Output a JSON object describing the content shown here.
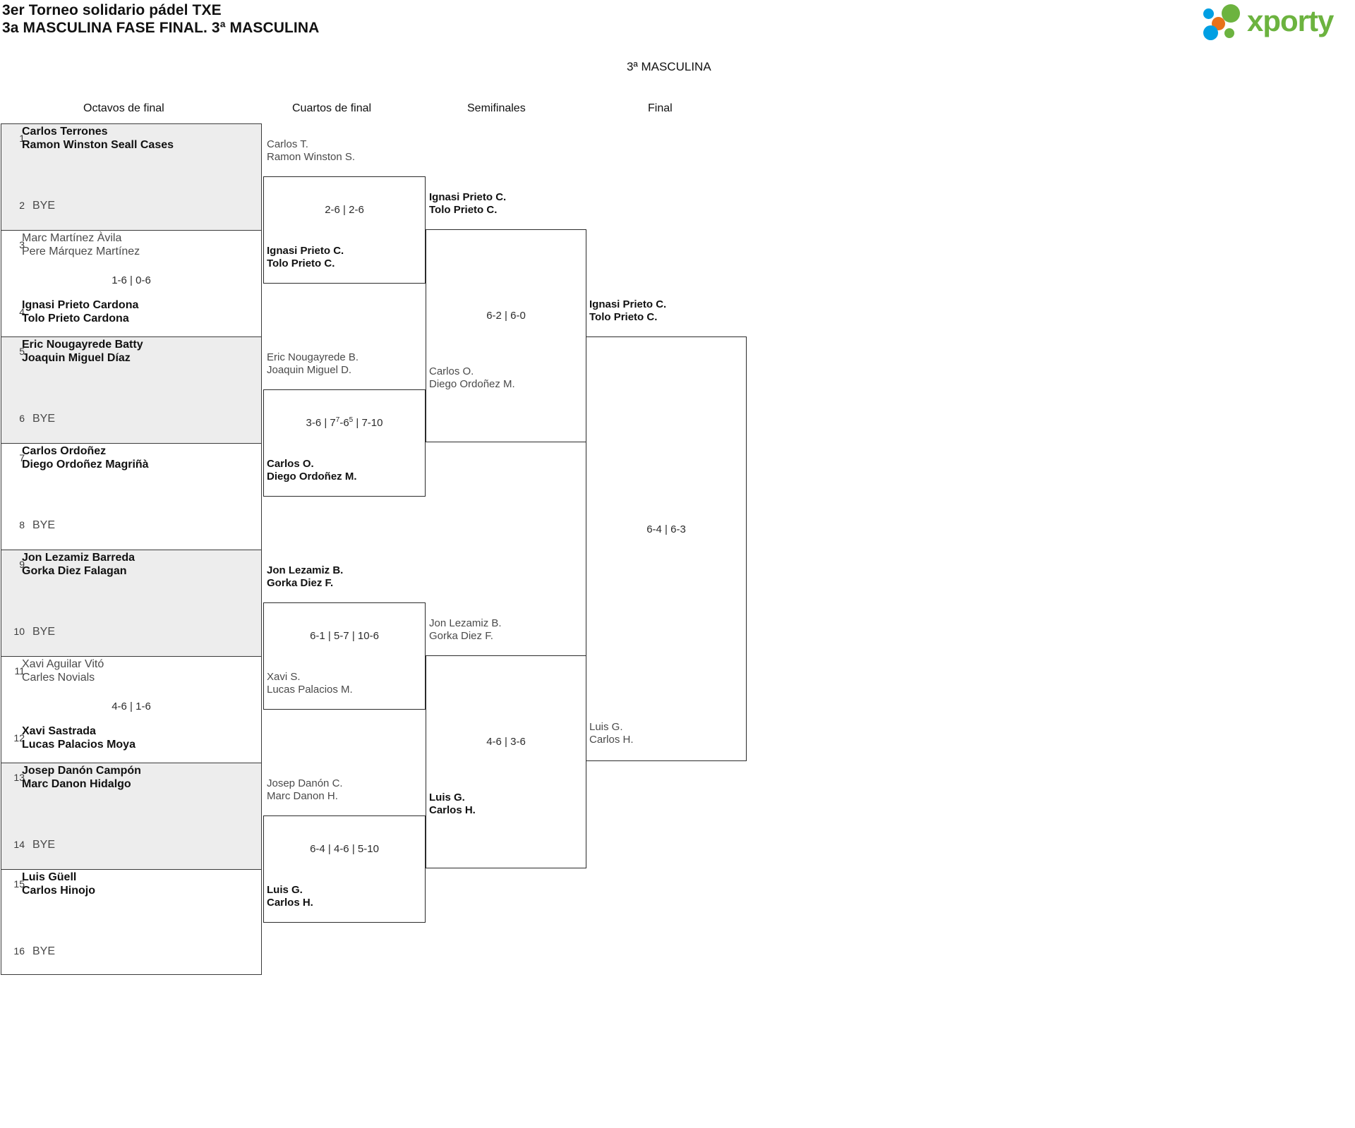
{
  "header": {
    "title_line1": "3er Torneo solidario pádel TXE",
    "title_line2": "3a MASCULINA FASE FINAL. 3ª MASCULINA",
    "logo_text": "xporty",
    "logo_colors": {
      "green": "#6cb33f",
      "blue": "#009fe3",
      "orange": "#e8711a"
    }
  },
  "category_caption": "3ª MASCULINA",
  "rounds": [
    {
      "label": "Octavos de final"
    },
    {
      "label": "Cuartos de final"
    },
    {
      "label": "Semifinales"
    },
    {
      "label": "Final"
    }
  ],
  "round1": {
    "pairs": [
      {
        "shaded": true,
        "top": {
          "seed": "1",
          "line1": "Carlos Terrones",
          "line2": "Ramon Winston Seall Cases",
          "result": "win",
          "bye": false
        },
        "bottom": {
          "seed": "2",
          "line1": "BYE",
          "line2": "",
          "result": "bye",
          "bye": true
        },
        "score": ""
      },
      {
        "shaded": false,
        "top": {
          "seed": "3",
          "line1": "Marc Martínez Àvila",
          "line2": "Pere Márquez Martínez",
          "result": "lose",
          "bye": false
        },
        "bottom": {
          "seed": "4",
          "line1": "Ignasi Prieto Cardona",
          "line2": "Tolo Prieto Cardona",
          "result": "win",
          "bye": false
        },
        "score": "1-6 | 0-6"
      },
      {
        "shaded": true,
        "top": {
          "seed": "5",
          "line1": "Eric Nougayrede Batty",
          "line2": "Joaquin Miguel Díaz",
          "result": "win",
          "bye": false
        },
        "bottom": {
          "seed": "6",
          "line1": "BYE",
          "line2": "",
          "result": "bye",
          "bye": true
        },
        "score": ""
      },
      {
        "shaded": false,
        "top": {
          "seed": "7",
          "line1": "Carlos Ordoñez",
          "line2": "Diego Ordoñez Magriñà",
          "result": "win",
          "bye": false
        },
        "bottom": {
          "seed": "8",
          "line1": "BYE",
          "line2": "",
          "result": "bye",
          "bye": true
        },
        "score": ""
      },
      {
        "shaded": true,
        "top": {
          "seed": "9",
          "line1": "Jon Lezamiz Barreda",
          "line2": "Gorka Diez Falagan",
          "result": "win",
          "bye": false
        },
        "bottom": {
          "seed": "10",
          "line1": "BYE",
          "line2": "",
          "result": "bye",
          "bye": true
        },
        "score": ""
      },
      {
        "shaded": false,
        "top": {
          "seed": "11",
          "line1": "Xavi Aguilar Vitó",
          "line2": "Carles Novials",
          "result": "lose",
          "bye": false
        },
        "bottom": {
          "seed": "12",
          "line1": "Xavi Sastrada",
          "line2": "Lucas Palacios Moya",
          "result": "win",
          "bye": false
        },
        "score": "4-6 | 1-6"
      },
      {
        "shaded": true,
        "top": {
          "seed": "13",
          "line1": "Josep Danón Campón",
          "line2": "Marc Danon Hidalgo",
          "result": "win",
          "bye": false
        },
        "bottom": {
          "seed": "14",
          "line1": "BYE",
          "line2": "",
          "result": "bye",
          "bye": true
        },
        "score": ""
      },
      {
        "shaded": false,
        "top": {
          "seed": "15",
          "line1": "Luis Güell",
          "line2": "Carlos Hinojo",
          "result": "win",
          "bye": false
        },
        "bottom": {
          "seed": "16",
          "line1": "BYE",
          "line2": "",
          "result": "bye",
          "bye": true
        },
        "score": ""
      }
    ]
  },
  "round2": {
    "matches": [
      {
        "top": {
          "line1": "Carlos T.",
          "line2": "Ramon Winston S.",
          "result": "lose"
        },
        "bottom": {
          "line1": "Ignasi Prieto C.",
          "line2": "Tolo Prieto C.",
          "result": "win"
        },
        "score": "2-6 | 2-6",
        "score_parts": null
      },
      {
        "top": {
          "line1": "Eric Nougayrede B.",
          "line2": "Joaquin Miguel D.",
          "result": "lose"
        },
        "bottom": {
          "line1": "Carlos O.",
          "line2": "Diego Ordoñez M.",
          "result": "win"
        },
        "score": "3-6 | 7(7)-6(5) | 7-10",
        "score_parts": [
          {
            "t": "3-6 | 7",
            "sup": false
          },
          {
            "t": "7",
            "sup": true
          },
          {
            "t": "-6",
            "sup": false
          },
          {
            "t": "5",
            "sup": true
          },
          {
            "t": " | 7-10",
            "sup": false
          }
        ]
      },
      {
        "top": {
          "line1": "Jon Lezamiz B.",
          "line2": "Gorka Diez F.",
          "result": "win"
        },
        "bottom": {
          "line1": "Xavi S.",
          "line2": "Lucas Palacios M.",
          "result": "lose"
        },
        "score": "6-1 | 5-7 | 10-6",
        "score_parts": null
      },
      {
        "top": {
          "line1": "Josep Danón C.",
          "line2": "Marc Danon H.",
          "result": "lose"
        },
        "bottom": {
          "line1": "Luis G.",
          "line2": "Carlos H.",
          "result": "win"
        },
        "score": "6-4 | 4-6 | 5-10",
        "score_parts": null
      }
    ]
  },
  "round3": {
    "matches": [
      {
        "top": {
          "line1": "Ignasi Prieto C.",
          "line2": "Tolo Prieto C.",
          "result": "win"
        },
        "bottom": {
          "line1": "Carlos O.",
          "line2": "Diego Ordoñez M.",
          "result": "lose"
        },
        "score": "6-2 | 6-0"
      },
      {
        "top": {
          "line1": "Jon Lezamiz B.",
          "line2": "Gorka Diez F.",
          "result": "lose"
        },
        "bottom": {
          "line1": "Luis G.",
          "line2": "Carlos H.",
          "result": "win"
        },
        "score": "4-6 | 3-6"
      }
    ]
  },
  "round4": {
    "matches": [
      {
        "top": {
          "line1": "Ignasi Prieto C.",
          "line2": "Tolo Prieto C.",
          "result": "win"
        },
        "bottom": {
          "line1": "Luis G.",
          "line2": "Carlos H.",
          "result": "lose"
        },
        "score": "6-4 | 6-3"
      }
    ]
  }
}
